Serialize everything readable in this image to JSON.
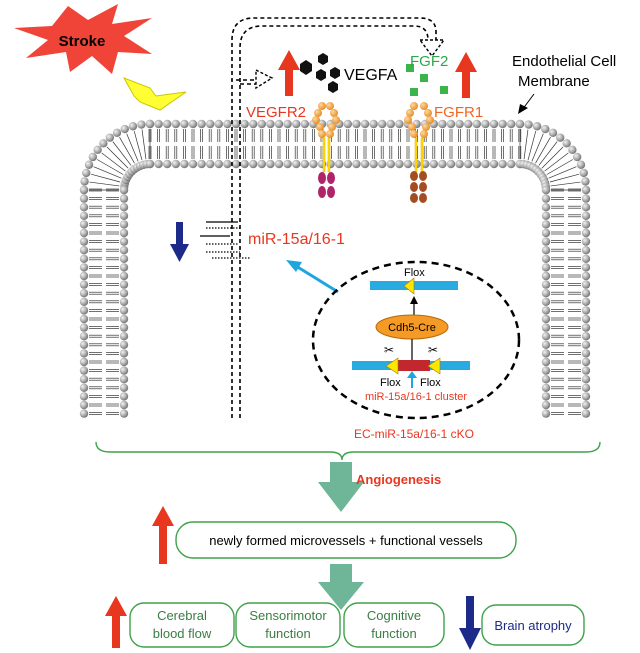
{
  "labels": {
    "stroke": "Stroke",
    "vegfa": "VEGFA",
    "fgf2": "FGF2",
    "vegfr2": "VEGFR2",
    "fgfr1": "FGFR1",
    "endothelial_line1": "Endothelial Cell",
    "endothelial_line2": "Membrane",
    "mirna": "miR-15a/16-1",
    "flox_top": "Flox",
    "cre": "Cdh5-Cre",
    "flox_left": "Flox",
    "flox_right": "Flox",
    "cluster": "miR-15a/16-1 cluster",
    "cko": "EC-miR-15a/16-1 cKO",
    "angiogenesis": "Angiogenesis",
    "vessels": "newly formed microvessels + functional vessels",
    "cbf_line1": "Cerebral",
    "cbf_line2": "blood flow",
    "sensorimotor_line1": "Sensorimotor",
    "sensorimotor_line2": "function",
    "cognitive_line1": "Cognitive",
    "cognitive_line2": "function",
    "atrophy": "Brain atrophy"
  },
  "colors": {
    "red": "#e8371f",
    "orange_label": "#f26522",
    "green_label": "#2aa84a",
    "navy": "#1c2a8a",
    "cyan": "#1fa5e0",
    "box_green": "#3ea24a",
    "big_arrow": "#6fb597",
    "cre_orange": "#f59a25",
    "lipid_head": "#a8a8a8",
    "dark_red": "#c1272d"
  }
}
